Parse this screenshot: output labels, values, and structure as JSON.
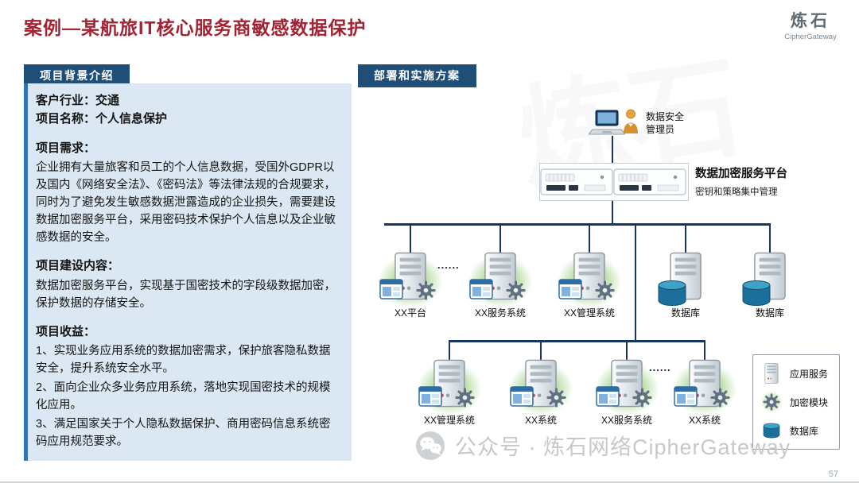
{
  "slide": {
    "title": "案例—某航旅IT核心服务商敏感数据保护",
    "page_number": "57",
    "watermark_text": "公众号 · 炼石网络CipherGateway"
  },
  "logo": {
    "name": "炼石",
    "subtitle": "CipherGateway"
  },
  "colors": {
    "title": "#A32333",
    "header_bar": "#1F4E79",
    "panel_bg": "#DBE8F4",
    "accent_strip": "#2F74B5",
    "line": "#17375E",
    "glow_green": "#8DC76E"
  },
  "left_panel": {
    "header": "项目背景介绍",
    "client_industry": "客户行业：交通",
    "project_name": "项目名称：个人信息保护",
    "requirement_heading": "项目需求：",
    "requirement_body": "企业拥有大量旅客和员工的个人信息数据，受国外GDPR以及国内《网络安全法》、《密码法》等法律法规的合规要求，同时为了避免发生敏感数据泄露造成的企业损失，需要建设数据加密服务平台，采用密码技术保护个人信息以及企业敏感数据的安全。",
    "construction_heading": "项目建设内容：",
    "construction_body": "数据加密服务平台，实现基于国密技术的字段级数据加密，保护数据的存储安全。",
    "benefit_heading": "项目收益：",
    "benefit_items": [
      "1、实现业务应用系统的数据加密需求，保护旅客隐私数据安全，提升系统安全水平。",
      "2、面向企业众多业务应用系统，落地实现国密技术的规模化应用。",
      "3、满足国家关于个人隐私数据保护、商用密码信息系统密码应用规范要求。"
    ]
  },
  "right_panel": {
    "header": "部署和实施方案",
    "admin_label_line1": "数据安全",
    "admin_label_line2": "管理员",
    "platform_title": "数据加密服务平台",
    "platform_subtitle": "密钥和策略集中管理",
    "row1_dots": "......",
    "row2_dots": "......",
    "row1": [
      {
        "label": "XX平台",
        "type": "app"
      },
      {
        "label": "XX服务系统",
        "type": "app"
      },
      {
        "label": "XX管理系统",
        "type": "app"
      },
      {
        "label": "数据库",
        "type": "db"
      },
      {
        "label": "数据库",
        "type": "db"
      }
    ],
    "row2": [
      {
        "label": "XX管理系统",
        "type": "app"
      },
      {
        "label": "XX系统",
        "type": "app"
      },
      {
        "label": "XX服务系统",
        "type": "app"
      },
      {
        "label": "XX系统",
        "type": "app"
      }
    ],
    "legend": {
      "items": [
        {
          "label": "应用服务"
        },
        {
          "label": "加密模块"
        },
        {
          "label": "数据库"
        }
      ]
    }
  }
}
